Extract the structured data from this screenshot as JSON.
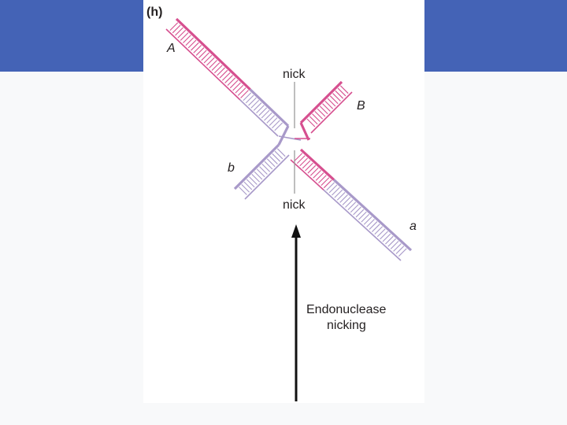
{
  "colors": {
    "header_band": "#4463b6",
    "page_background": "#f8f9fa",
    "strand_pink": "#d64f8f",
    "strand_purple": "#a899c9",
    "text": "#231f20"
  },
  "figure": {
    "panel_label": "(h)",
    "labels": {
      "A": "A",
      "B": "B",
      "a": "a",
      "b": "b",
      "nick_top": "nick",
      "nick_bottom": "nick"
    },
    "step_caption": {
      "line1": "Endonuclease",
      "line2": "nicking"
    }
  }
}
